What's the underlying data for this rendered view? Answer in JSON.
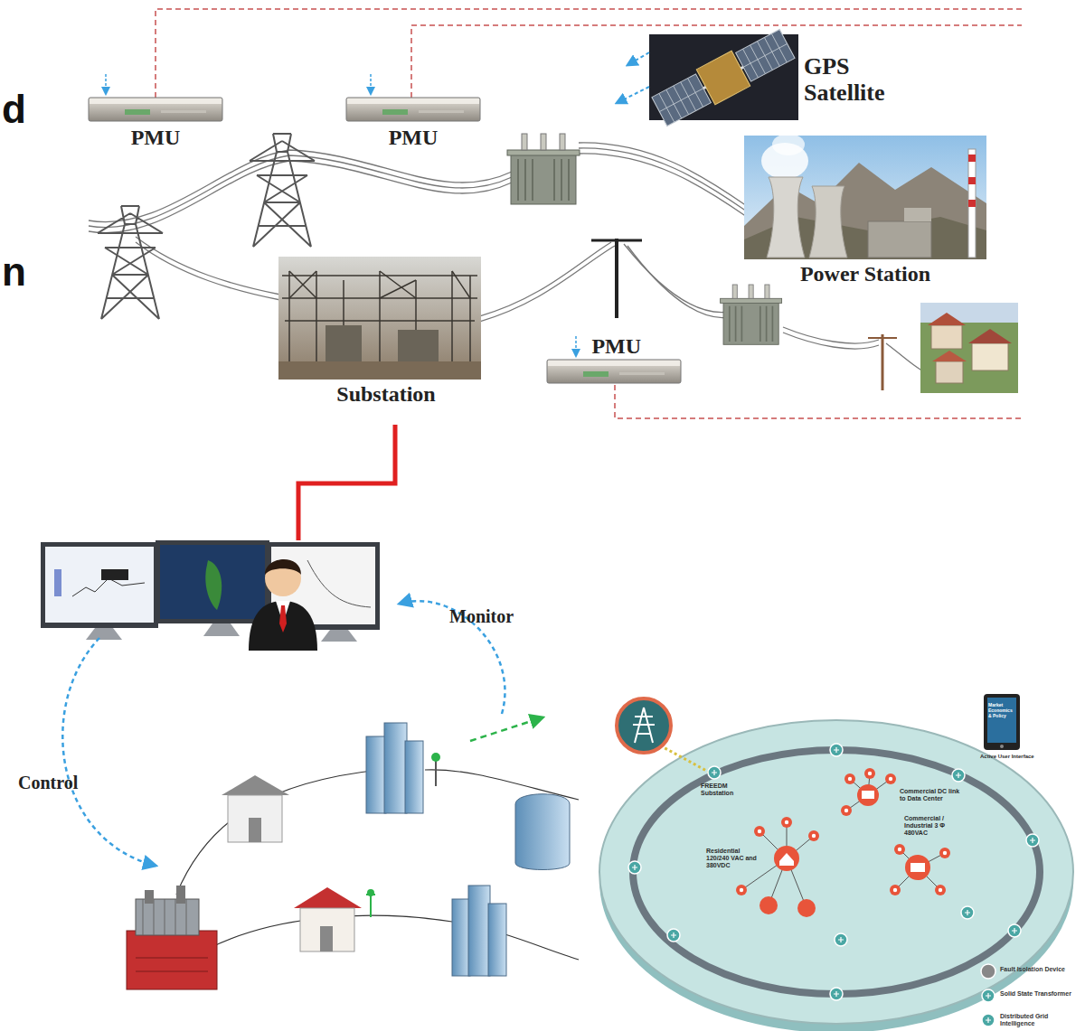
{
  "diagram": {
    "nodes": [
      {
        "text": [
          "PMU"
        ]
      },
      {
        "text": [
          "PMU"
        ]
      },
      {
        "text": [
          "GPS Satellite"
        ]
      },
      {
        "text": [
          "Power Station"
        ]
      },
      {
        "text": [
          "Substation"
        ]
      },
      {
        "text": [
          "PMU"
        ]
      }
    ],
    "labels": [
      "d",
      "n",
      "Monitor",
      "Control",
      "FREEDM Substation",
      "Residential 120/240 VAC and 380VDC",
      "Commercial DC link to Data Center",
      "Commercial / Industrial 3 Φ 480VAC",
      "Market Economics & Policy",
      "Active User Interface"
    ],
    "legend": [
      {
        "text": "Fault Isolation Device"
      },
      {
        "text": "Solid State Transformer"
      },
      {
        "text": "Distributed Grid Intelligence"
      }
    ]
  }
}
